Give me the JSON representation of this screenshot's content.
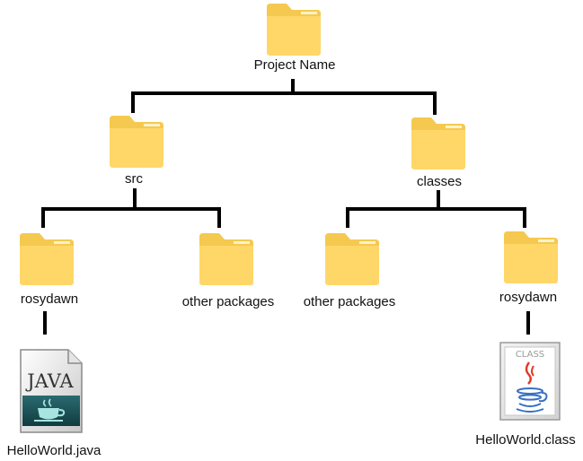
{
  "tree": {
    "root": {
      "label": "Project Name",
      "icon": "folder-icon"
    },
    "src": {
      "label": "src",
      "icon": "folder-icon"
    },
    "classes": {
      "label": "classes",
      "icon": "folder-icon"
    },
    "src_rosydawn": {
      "label": "rosydawn",
      "icon": "folder-icon"
    },
    "src_other": {
      "label": "other packages",
      "icon": "folder-icon"
    },
    "classes_other": {
      "label": "other packages",
      "icon": "folder-icon"
    },
    "classes_rosydawn": {
      "label": "rosydawn",
      "icon": "folder-icon"
    },
    "java_file": {
      "label": "HelloWorld.java",
      "icon": "java-file-icon",
      "icon_text": "JAVA"
    },
    "class_file": {
      "label": "HelloWorld.class",
      "icon": "class-file-icon",
      "icon_text": "CLASS"
    }
  },
  "colors": {
    "folder": "#ffd768",
    "folder_tab": "#f5c94f",
    "line": "#000000"
  }
}
